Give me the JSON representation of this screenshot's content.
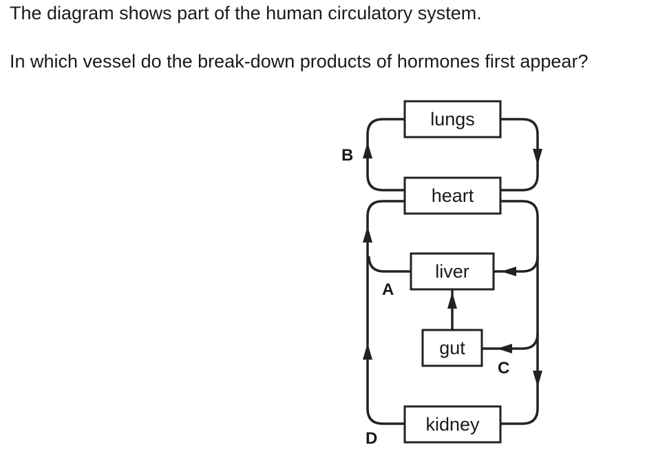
{
  "question": {
    "intro": "The diagram shows part of the human circulatory system.",
    "prompt": "In which vessel do the break-down products of hormones first appear?"
  },
  "diagram": {
    "organs": {
      "lungs": "lungs",
      "heart": "heart",
      "liver": "liver",
      "gut": "gut",
      "kidney": "kidney"
    },
    "vessel_labels": {
      "a": "A",
      "b": "B",
      "c": "C",
      "d": "D"
    }
  }
}
